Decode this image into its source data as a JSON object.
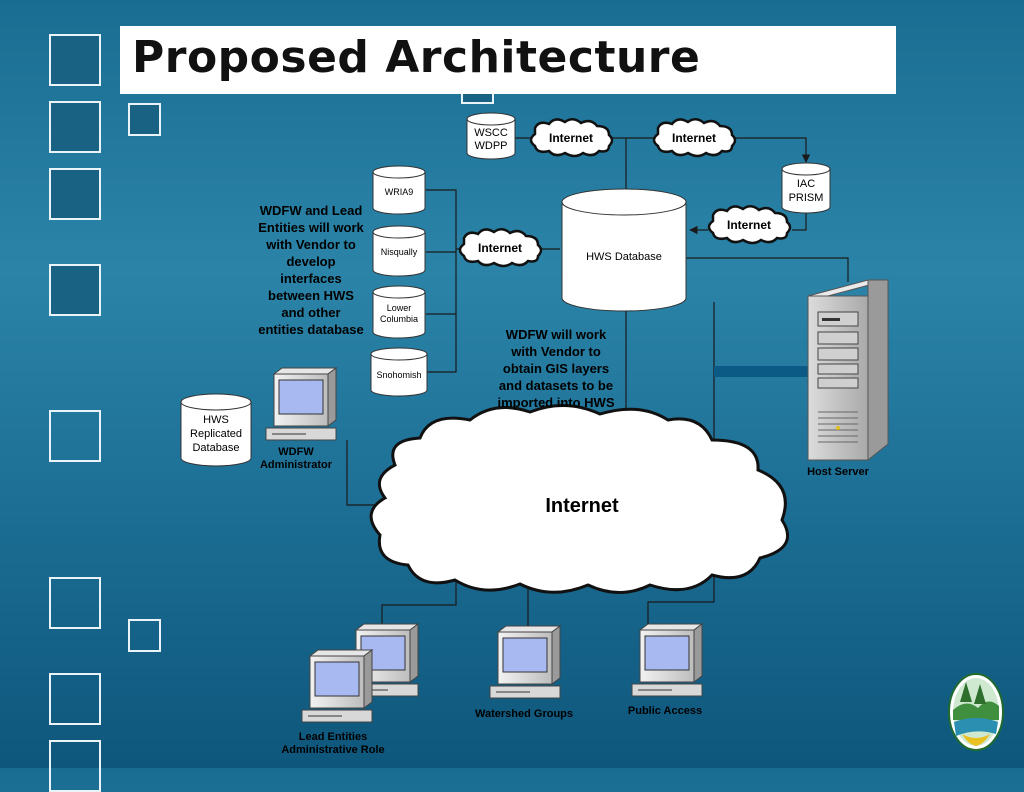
{
  "slide": {
    "title": "Proposed Architecture"
  },
  "databases": {
    "wscc": [
      "WSCC",
      "WDPP"
    ],
    "iac": [
      "IAC",
      "PRISM"
    ],
    "hws": "HWS Database",
    "wria9": "WRIA9",
    "nisqually": "Nisqually",
    "lower_columbia": [
      "Lower",
      "Columbia"
    ],
    "snohomish": "Snohomish",
    "replicated": [
      "HWS",
      "Replicated",
      "Database"
    ]
  },
  "clouds": {
    "small_label": "Internet",
    "big_label": "Internet"
  },
  "notes": {
    "left": [
      "WDFW and Lead",
      "Entities will work",
      "with Vendor to",
      "develop",
      "interfaces",
      "between HWS",
      "and other",
      "entities database"
    ],
    "center": [
      "WDFW will work",
      "with Vendor to",
      "obtain GIS layers",
      "and datasets to be",
      "imported into HWS"
    ]
  },
  "devices": {
    "host_server": "Host Server",
    "wdfw_admin": [
      "WDFW",
      "Administrator"
    ],
    "lead_entities": [
      "Lead Entities",
      "Administrative Role"
    ],
    "watershed": "Watershed Groups",
    "public": "Public Access"
  },
  "colors": {
    "background": "#1d6f95",
    "line": "#1a1a1a",
    "cylinder_fill": "#ffffff",
    "screen": "#a8b8f0",
    "link_bar": "#0b5a86"
  },
  "icons": {
    "logo": "wdfw-logo-icon"
  }
}
